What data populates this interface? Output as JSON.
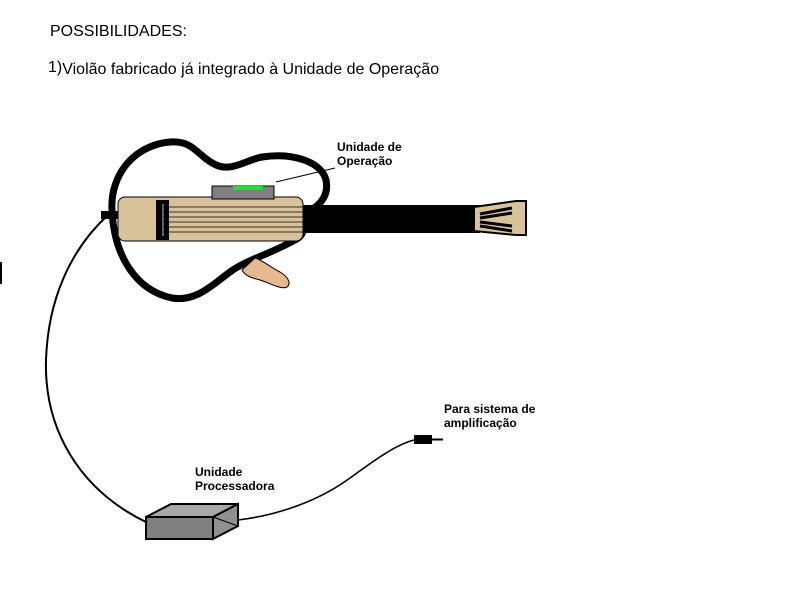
{
  "title": "POSSIBILIDADES:",
  "option": {
    "number": "1)",
    "text": "Violão fabricado já integrado à Unidade de Operação"
  },
  "labels": {
    "operation_unit": [
      "Unidade de",
      "Operação"
    ],
    "processing_unit": [
      "Unidade",
      "Processadora"
    ],
    "amplification": [
      "Para sistema de",
      "amplificação"
    ]
  },
  "colors": {
    "wood": "#d8c29a",
    "frame": "#000000",
    "led": "#22dd33",
    "unit_box": "#808080",
    "unit_top": "#a8a8a8",
    "hand": "#e6b98e"
  }
}
